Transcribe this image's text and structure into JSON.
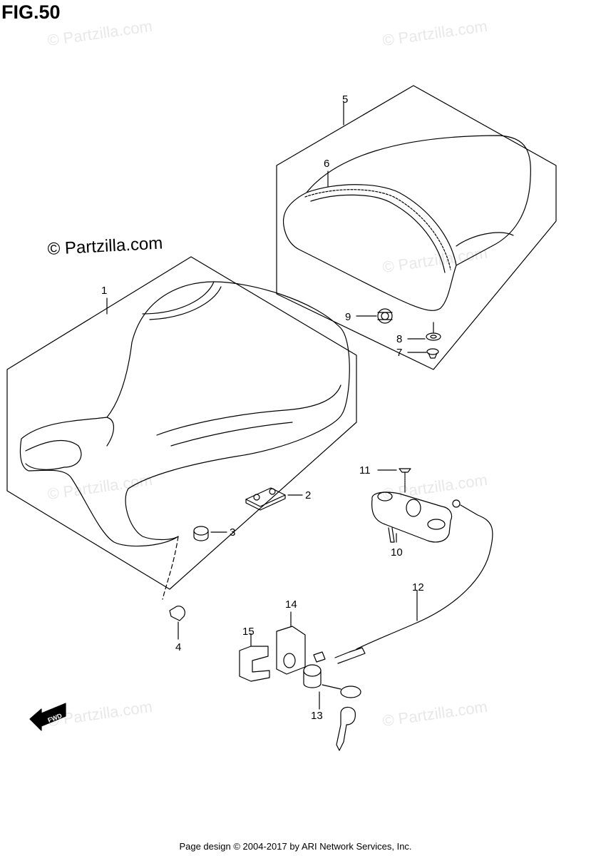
{
  "title": "FIG.50",
  "copyright": "© Partzilla.com",
  "watermark": "© Partzilla.com",
  "footer": "Page design © 2004-2017 by ARI Network Services, Inc.",
  "fwd_label": "FWD",
  "callouts": [
    "1",
    "2",
    "3",
    "4",
    "5",
    "6",
    "7",
    "8",
    "9",
    "10",
    "11",
    "12",
    "13",
    "14",
    "15"
  ],
  "colors": {
    "line": "#000000",
    "watermark": "#e0e0e0"
  }
}
